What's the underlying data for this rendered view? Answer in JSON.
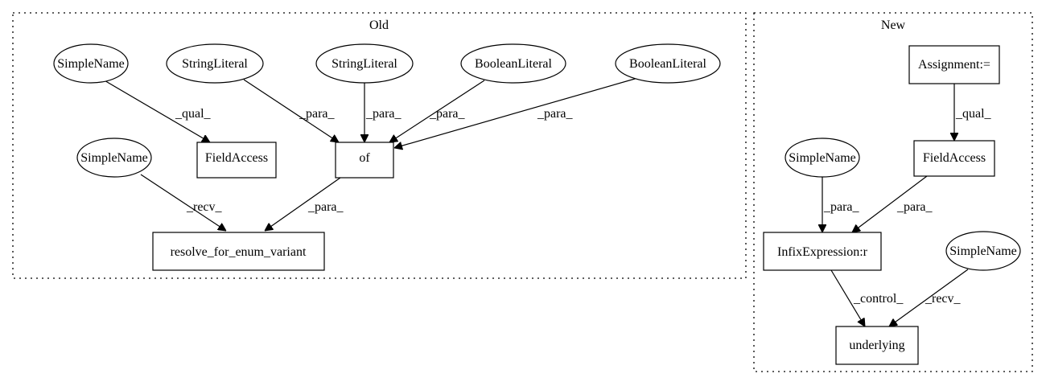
{
  "clusters": {
    "old": {
      "label": "Old"
    },
    "new": {
      "label": "New"
    }
  },
  "nodes": {
    "old_simplename_qual": "SimpleName",
    "old_stringliteral_1": "StringLiteral",
    "old_stringliteral_2": "StringLiteral",
    "old_booleanliteral_1": "BooleanLiteral",
    "old_booleanliteral_2": "BooleanLiteral",
    "old_fieldaccess": "FieldAccess",
    "old_of": "of",
    "old_simplename_recv": "SimpleName",
    "old_resolve": "resolve_for_enum_variant",
    "new_assignment": "Assignment:=",
    "new_fieldaccess": "FieldAccess",
    "new_simplename_para": "SimpleName",
    "new_infix": "InfixExpression:r",
    "new_simplename_recv": "SimpleName",
    "new_underlying": "underlying"
  },
  "edges": {
    "old_qual": "_qual_",
    "old_para_1": "_para_",
    "old_para_2": "_para_",
    "old_para_3": "_para_",
    "old_para_4": "_para_",
    "old_recv": "_recv_",
    "old_para_5": "_para_",
    "new_qual": "_qual_",
    "new_para_1": "_para_",
    "new_para_2": "_para_",
    "new_control": "_control_",
    "new_recv": "_recv_"
  }
}
